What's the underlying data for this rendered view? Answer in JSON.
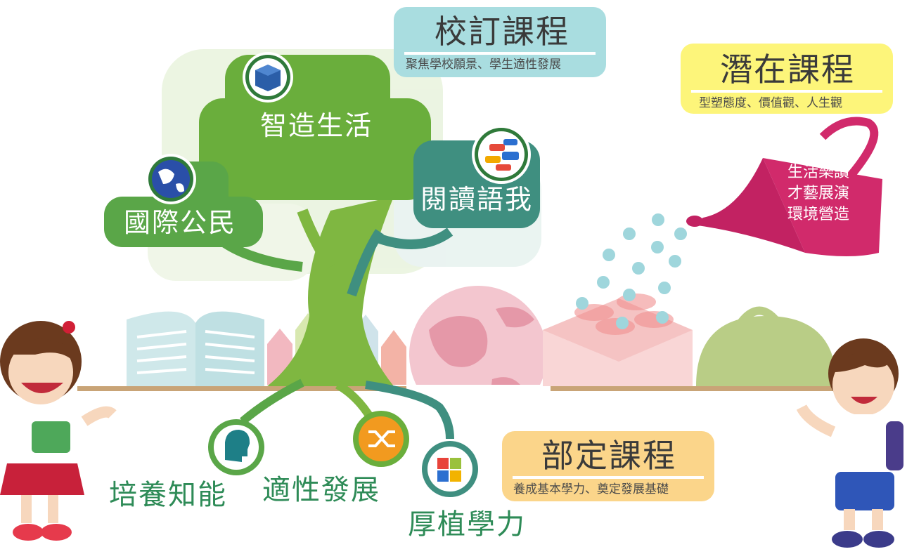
{
  "curricula": {
    "revised": {
      "title": "校訂課程",
      "subtitle": "聚焦學校願景、學生適性發展",
      "color": "#a9dde0"
    },
    "hidden": {
      "title": "潛在課程",
      "subtitle": "型塑態度、價值觀、人生觀",
      "color": "#fdf57a"
    },
    "required": {
      "title": "部定課程",
      "subtitle": "養成基本學力、奠定發展基礎",
      "color": "#fbd58a"
    }
  },
  "tree_leaves": [
    {
      "label": "智造生活",
      "icon": "lego-brick-icon"
    },
    {
      "label": "國際公民",
      "icon": "globe-icon"
    },
    {
      "label": "閱讀語我",
      "icon": "hello-languages-icon"
    }
  ],
  "roots": [
    {
      "label": "培養知能",
      "icon": "brain-head-icon"
    },
    {
      "label": "適性發展",
      "icon": "shuffle-icon"
    },
    {
      "label": "厚植學力",
      "icon": "puzzle-icon"
    }
  ],
  "watering_can": {
    "lines": [
      "生活樂讀",
      "才藝展演",
      "環境營造"
    ],
    "color": "#d12a6b"
  },
  "colors": {
    "leaf_green": "#6aae3c",
    "leaf_teal": "#3f8f80",
    "ground": "#c9a477"
  }
}
